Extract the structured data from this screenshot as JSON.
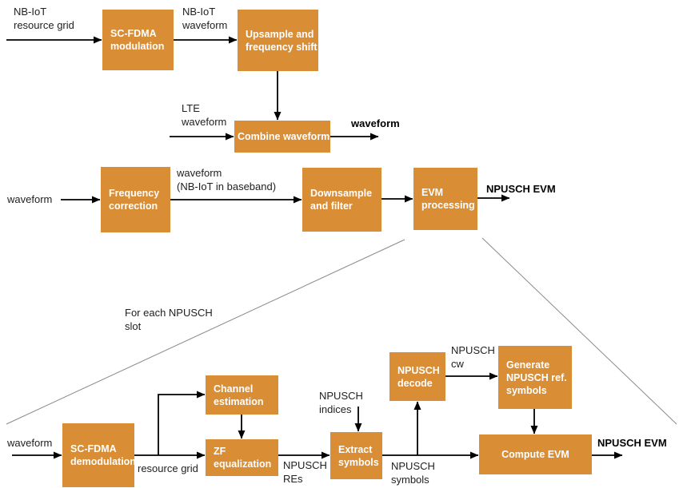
{
  "colors": {
    "box_fill": "#D98D35",
    "box_text": "#FFFFFF",
    "label_text": "#212121",
    "flow_line": "#000000",
    "expand_line": "#8A8A8A",
    "background": "#FFFFFF"
  },
  "boxes": {
    "sc_fdma_modulation": "SC-FDMA\nmodulation",
    "upsample_frequency_shift": "Upsample and\nfrequency shift",
    "combine_waveform": "Combine waveform",
    "frequency_correction": "Frequency\ncorrection",
    "downsample_and_filter": "Downsample\nand filter",
    "evm_processing": "EVM\nprocessing",
    "channel_estimation": "Channel\nestimation",
    "zf_equalization": "ZF\nequalization",
    "sc_fdma_demodulation": "SC-FDMA\ndemodulation",
    "extract_symbols": "Extract\nsymbols",
    "npusch_decode": "NPUSCH\ndecode",
    "generate_npusch_ref_symbols": "Generate\nNPUSCH ref.\nsymbols",
    "compute_evm": "Compute EVM"
  },
  "labels": {
    "nb_iot_resource_grid": "NB-IoT\nresource grid",
    "nb_iot_waveform": "NB-IoT\nwaveform",
    "lte_waveform": "LTE\nwaveform",
    "combined_waveform_output": "waveform",
    "waveform_input_mid": "waveform",
    "waveform_nbiot_baseband": "waveform\n(NB-IoT in baseband)",
    "npusch_evm_output_mid": "NPUSCH EVM",
    "for_each_npusch_slot": "For each NPUSCH\nslot",
    "waveform_input_bottom": "waveform",
    "resource_grid": "resource grid",
    "npusch_indices": "NPUSCH\nindices",
    "npusch_res": "NPUSCH\nREs",
    "npusch_symbols": "NPUSCH\nsymbols",
    "npusch_cw": "NPUSCH\ncw",
    "npusch_evm_output_bottom": "NPUSCH EVM"
  }
}
